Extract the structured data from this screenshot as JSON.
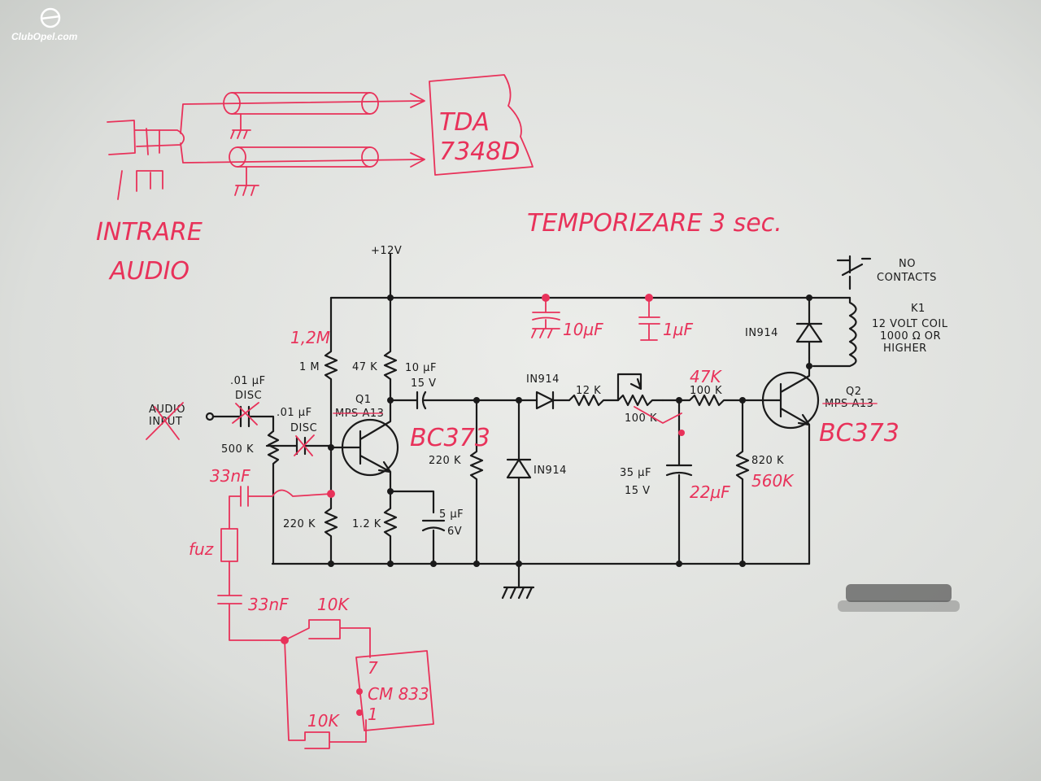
{
  "logo": {
    "text": "ClubOpel.com"
  },
  "handwritten": {
    "chip_top_line1": "TDA",
    "chip_top_line2": "7348D",
    "input_line1": "INTRARE",
    "input_line2": "AUDIO",
    "title": "TEMPORIZARE 3 sec.",
    "r1_new": "1,2M",
    "q1_sub": "BC373",
    "q2_sub": "BC373",
    "c_10uf": "10µF",
    "c_1uf": "1µF",
    "r_47k_new": "47K",
    "c_22uf": "22µF",
    "r_560k": "560K",
    "c_33nf_1": "33nF",
    "c_33nf_2": "33nF",
    "r_10k_1": "10K",
    "r_10k_2": "10K",
    "fuz": "fuz",
    "chip_bottom": "CM 833",
    "pin7": "7",
    "pin1": "1"
  },
  "printed": {
    "supply": "+12V",
    "no_contacts_1": "NO",
    "no_contacts_2": "CONTACTS",
    "k1": "K1",
    "k1_desc1": "12 VOLT COIL",
    "k1_desc2": "1000 Ω OR",
    "k1_desc3": "HIGHER",
    "d_in914_top": "IN914",
    "d_in914_mid": "IN914",
    "d_in914_vert": "IN914",
    "r_1m": "1 M",
    "r_47k": "47 K",
    "c_10uf_1": "10 µF",
    "c_10uf_2": "15 V",
    "r_12k": "12 K",
    "r_100k_pot": "100 K",
    "r_100k": "100 K",
    "q1": "Q1",
    "q1_part": "MPS A13",
    "q2": "Q2",
    "q2_part": "MPS A13",
    "audio_1": "AUDIO",
    "audio_2": "INPUT",
    "c01_a1": ".01 µF",
    "c01_a2": "DISC",
    "c01_b1": ".01 µF",
    "c01_b2": "DISC",
    "pot_500k": "500 K",
    "r_220k_a": "220 K",
    "r_220k_b": "220 K",
    "r_1_2k": "1.2 K",
    "c_5uf_1": "5 µF",
    "c_5uf_2": "6V",
    "c_35uf_1": "35 µF",
    "c_35uf_2": "15 V",
    "r_820k": "820 K"
  },
  "colors": {
    "ink": "#1a1a1a",
    "annotation": "#e8325a",
    "paper": "#dcdedb"
  }
}
